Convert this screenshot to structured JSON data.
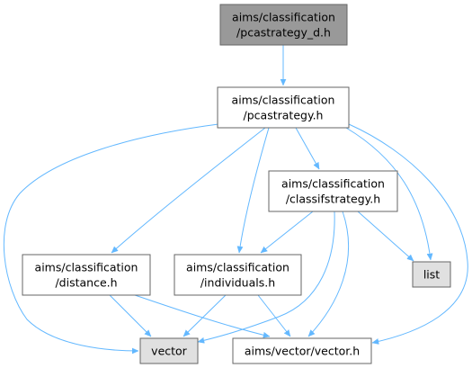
{
  "diagram": {
    "type": "include-dependency-graph",
    "colors": {
      "edge": "#63b8ff",
      "node_border": "#666666",
      "root_fill": "#999999",
      "node_fill": "#ffffff",
      "external_fill": "#e0e0e0"
    },
    "nodes": [
      {
        "id": "pcastrategy_d",
        "lines": [
          "aims/classification",
          "/pcastrategy_d.h"
        ],
        "kind": "root"
      },
      {
        "id": "pcastrategy",
        "lines": [
          "aims/classification",
          "/pcastrategy.h"
        ],
        "kind": "header"
      },
      {
        "id": "classifstrategy",
        "lines": [
          "aims/classification",
          "/classifstrategy.h"
        ],
        "kind": "header"
      },
      {
        "id": "distance",
        "lines": [
          "aims/classification",
          "/distance.h"
        ],
        "kind": "header"
      },
      {
        "id": "individuals",
        "lines": [
          "aims/classification",
          "/individuals.h"
        ],
        "kind": "header"
      },
      {
        "id": "list",
        "lines": [
          "list"
        ],
        "kind": "external"
      },
      {
        "id": "vector",
        "lines": [
          "vector"
        ],
        "kind": "external"
      },
      {
        "id": "vector_h",
        "lines": [
          "aims/vector/vector.h"
        ],
        "kind": "header"
      }
    ],
    "edges": [
      {
        "from": "pcastrategy_d",
        "to": "pcastrategy"
      },
      {
        "from": "pcastrategy",
        "to": "vector"
      },
      {
        "from": "pcastrategy",
        "to": "distance"
      },
      {
        "from": "pcastrategy",
        "to": "individuals"
      },
      {
        "from": "pcastrategy",
        "to": "classifstrategy"
      },
      {
        "from": "pcastrategy",
        "to": "list"
      },
      {
        "from": "pcastrategy",
        "to": "vector_h"
      },
      {
        "from": "classifstrategy",
        "to": "individuals"
      },
      {
        "from": "classifstrategy",
        "to": "list"
      },
      {
        "from": "classifstrategy",
        "to": "vector"
      },
      {
        "from": "classifstrategy",
        "to": "vector_h"
      },
      {
        "from": "distance",
        "to": "vector"
      },
      {
        "from": "distance",
        "to": "vector_h"
      },
      {
        "from": "individuals",
        "to": "vector"
      },
      {
        "from": "individuals",
        "to": "vector_h"
      }
    ]
  }
}
